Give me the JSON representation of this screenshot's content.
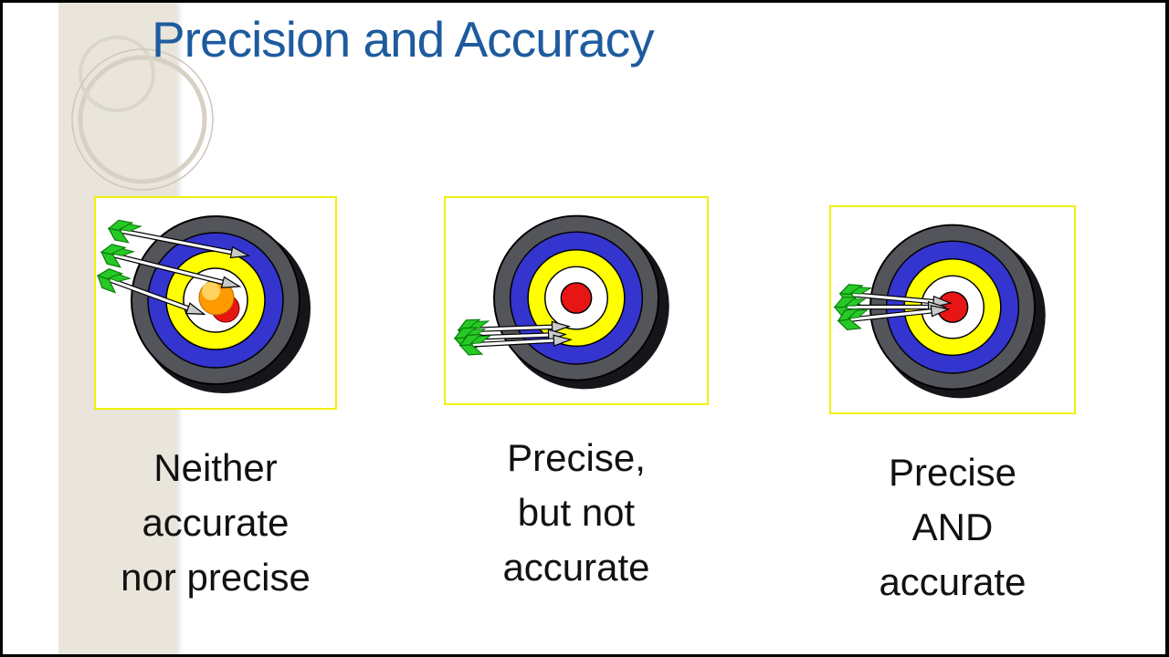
{
  "slide": {
    "title": "Precision and Accuracy"
  },
  "panels": [
    {
      "name": "neither-accurate-nor-precise",
      "caption_lines": [
        "Neither",
        "accurate",
        "nor precise"
      ],
      "illustration": "bullseye target with three green-fletched arrows scattered across different rings and an orange impact burst off-center"
    },
    {
      "name": "precise-but-not-accurate",
      "caption_lines": [
        "Precise,",
        "but not",
        "accurate"
      ],
      "illustration": "bullseye target with three green-fletched arrows tightly clustered below-left of the red center"
    },
    {
      "name": "precise-and-accurate",
      "caption_lines": [
        "Precise",
        "AND",
        "accurate"
      ],
      "illustration": "bullseye target with three green-fletched arrows all striking the red bullseye center"
    }
  ],
  "colors": {
    "title_text": "#1e5b9e",
    "caption_text": "#111111",
    "box_border": "#f2ef0c",
    "side_band": "#e9e5da",
    "target_outer_ring": "#53555a",
    "target_ring_blue": "#3434cf",
    "target_ring_yellow": "#ffff00",
    "target_ring_white": "#ffffff",
    "target_bullseye_red": "#e81515",
    "impact_orange": "#ff9a00",
    "arrow_fletching_green": "#27c927"
  }
}
